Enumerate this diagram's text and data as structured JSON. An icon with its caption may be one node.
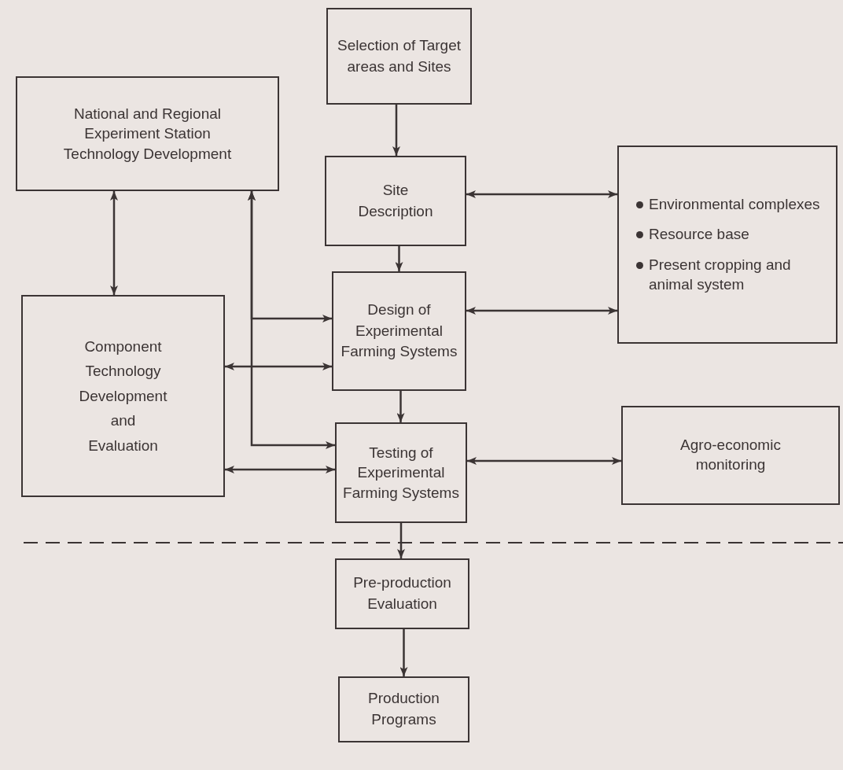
{
  "diagram": {
    "nodes": [
      {
        "text": [
          "Selection of Target areas and Sites"
        ]
      },
      {
        "text": [
          "National and Regional Experiment Station Technology Development"
        ]
      },
      {
        "text": [
          "Site Description"
        ]
      },
      {
        "text": [
          "Environmental complexes",
          "Resource base",
          "Present cropping and animal system"
        ]
      },
      {
        "text": [
          "Design of Experimental Farming Systems"
        ]
      },
      {
        "text": [
          "Component Technology Development and Evaluation"
        ]
      },
      {
        "text": [
          "Agro-economic monitoring"
        ]
      },
      {
        "text": [
          "Testing of Experimental Farming Systems"
        ]
      },
      {
        "text": [
          "Pre-production Evaluation"
        ]
      },
      {
        "text": [
          "Production Programs"
        ]
      }
    ],
    "edges": [
      {
        "from": 0,
        "to": 2,
        "arrow": "to"
      },
      {
        "from": 2,
        "to": 3,
        "arrow": "both"
      },
      {
        "from": 2,
        "to": 4,
        "arrow": "to"
      },
      {
        "from": 4,
        "to": 3,
        "arrow": "both"
      },
      {
        "from": 1,
        "to": 5,
        "arrow": "both"
      },
      {
        "from": 1,
        "to": 4,
        "arrow": "both"
      },
      {
        "from": 1,
        "to": 7,
        "arrow": "both"
      },
      {
        "from": 5,
        "to": 4,
        "arrow": "both"
      },
      {
        "from": 5,
        "to": 7,
        "arrow": "both"
      },
      {
        "from": 4,
        "to": 7,
        "arrow": "to"
      },
      {
        "from": 7,
        "to": 6,
        "arrow": "both"
      },
      {
        "from": 7,
        "to": 8,
        "arrow": "to"
      },
      {
        "from": 8,
        "to": 9,
        "arrow": "to"
      }
    ]
  }
}
